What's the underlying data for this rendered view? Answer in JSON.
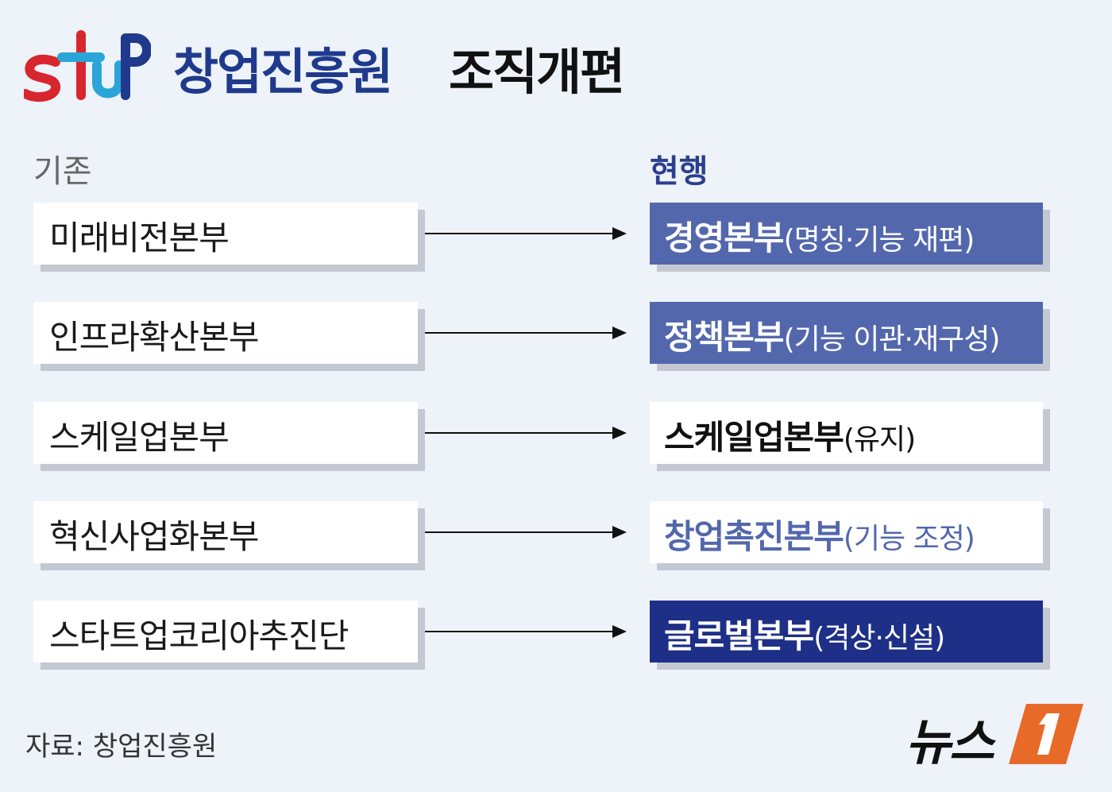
{
  "header": {
    "logo_name": "stUP",
    "org_name": "창업진흥원",
    "title": "조직개편",
    "colors": {
      "org_name": "#1f3a8c",
      "logo_red": "#d8262e",
      "logo_blue": "#2aa5d8",
      "logo_navy": "#1f3a8c"
    }
  },
  "columns": {
    "before": "기존",
    "after": "현행"
  },
  "rows": [
    {
      "old": "미래비전본부",
      "new_main": "경영본부",
      "new_note": "(명칭·기능 재편)",
      "style": "blue"
    },
    {
      "old": "인프라확산본부",
      "new_main": "정책본부",
      "new_note": "(기능 이관·재구성)",
      "style": "blue"
    },
    {
      "old": "스케일업본부",
      "new_main": "스케일업본부",
      "new_note": "(유지)",
      "style": "white-black"
    },
    {
      "old": "혁신사업화본부",
      "new_main": "창업촉진본부",
      "new_note": "(기능 조정)",
      "style": "white-blue"
    },
    {
      "old": "스타트업코리아추진단",
      "new_main": "글로벌본부",
      "new_note": "(격상·신설)",
      "style": "navy"
    }
  ],
  "styles": {
    "blue": {
      "bg": "#5367ad",
      "fg": "#ffffff"
    },
    "white-black": {
      "bg": "#ffffff",
      "fg": "#111111"
    },
    "white-blue": {
      "bg": "#ffffff",
      "fg": "#5367ad"
    },
    "navy": {
      "bg": "#1d2f86",
      "fg": "#ffffff"
    }
  },
  "footer": {
    "source": "자료: 창업진흥원",
    "brand_text": "뉴스",
    "brand_badge": "1",
    "brand_badge_color": "#e86a28"
  }
}
